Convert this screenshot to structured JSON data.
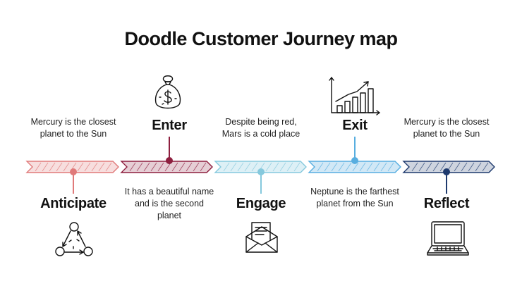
{
  "title": "Doodle Customer Journey map",
  "stages": [
    {
      "name": "Anticipate",
      "description": "Mercury is the closest planet to the Sun",
      "color": "#e07a7a",
      "icon": "cycle-arrows-icon"
    },
    {
      "name": "Enter",
      "description": "It has a beautiful name and is the second planet",
      "color": "#8e1f3f",
      "icon": "money-bag-icon"
    },
    {
      "name": "Engage",
      "description": "Despite being red, Mars is a cold place",
      "color": "#86c9dd",
      "icon": "envelope-icon"
    },
    {
      "name": "Exit",
      "description": "Neptune is the farthest planet from the Sun",
      "color": "#58aee0",
      "icon": "growth-chart-icon"
    },
    {
      "name": "Reflect",
      "description": "Mercury is the closest planet to the Sun",
      "color": "#1e3a6e",
      "icon": "laptop-icon"
    }
  ]
}
